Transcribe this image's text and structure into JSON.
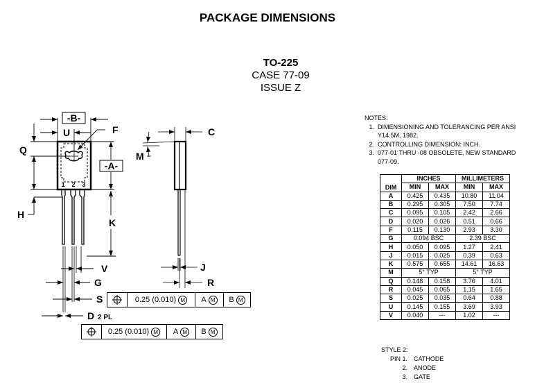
{
  "header": {
    "title": "PACKAGE DIMENSIONS",
    "package": "TO-225",
    "case": "CASE 77-09",
    "issue": "ISSUE Z"
  },
  "drawing": {
    "datum_labels": {
      "B": "-B-",
      "A": "-A-"
    },
    "dim_letters": {
      "U": "U",
      "F": "F",
      "Q": "Q",
      "H": "H",
      "K": "K",
      "V": "V",
      "G": "G",
      "S": "S",
      "D": "D",
      "D_suffix": "2 PL",
      "C": "C",
      "M": "M",
      "J": "J",
      "R": "R"
    },
    "pin_numbers": [
      "1",
      "2",
      "3"
    ]
  },
  "feature_control_frames": [
    {
      "symbol": "position-icon",
      "tolerance": "0.25 (0.010)",
      "modifier": "M",
      "datums": [
        {
          "letter": "A",
          "modifier": "M"
        },
        {
          "letter": "B",
          "modifier": "M"
        }
      ]
    },
    {
      "symbol": "position-icon",
      "tolerance": "0.25 (0.010)",
      "modifier": "M",
      "datums": [
        {
          "letter": "A",
          "modifier": "M"
        },
        {
          "letter": "B",
          "modifier": "M"
        }
      ]
    }
  ],
  "notes": {
    "heading": "NOTES:",
    "items": [
      {
        "num": "1.",
        "text": "DIMENSIONING AND TOLERANCING PER ANSI Y14.5M, 1982."
      },
      {
        "num": "2.",
        "text": "CONTROLLING DIMENSION: INCH."
      },
      {
        "num": "3.",
        "text": "077-01 THRU -08 OBSOLETE, NEW STANDARD 077-09."
      }
    ]
  },
  "table": {
    "group_headers": {
      "inches": "INCHES",
      "millimeters": "MILLIMETERS"
    },
    "col_headers": {
      "dim": "DIM",
      "in_min": "MIN",
      "in_max": "MAX",
      "mm_min": "MIN",
      "mm_max": "MAX"
    },
    "rows": [
      {
        "dim": "A",
        "in_min": "0.425",
        "in_max": "0.435",
        "mm_min": "10.80",
        "mm_max": "11.04"
      },
      {
        "dim": "B",
        "in_min": "0.295",
        "in_max": "0.305",
        "mm_min": "7.50",
        "mm_max": "7.74"
      },
      {
        "dim": "C",
        "in_min": "0.095",
        "in_max": "0.105",
        "mm_min": "2.42",
        "mm_max": "2.66"
      },
      {
        "dim": "D",
        "in_min": "0.020",
        "in_max": "0.026",
        "mm_min": "0.51",
        "mm_max": "0.66"
      },
      {
        "dim": "F",
        "in_min": "0.115",
        "in_max": "0.130",
        "mm_min": "2.93",
        "mm_max": "3.30"
      },
      {
        "dim": "G",
        "in_span": "0.094 BSC",
        "mm_span": "2.39 BSC"
      },
      {
        "dim": "H",
        "in_min": "0.050",
        "in_max": "0.095",
        "mm_min": "1.27",
        "mm_max": "2.41"
      },
      {
        "dim": "J",
        "in_min": "0.015",
        "in_max": "0.025",
        "mm_min": "0.39",
        "mm_max": "0.63"
      },
      {
        "dim": "K",
        "in_min": "0.575",
        "in_max": "0.655",
        "mm_min": "14.61",
        "mm_max": "16.63"
      },
      {
        "dim": "M",
        "in_span": "5° TYP",
        "mm_span": "5° TYP"
      },
      {
        "dim": "Q",
        "in_min": "0.148",
        "in_max": "0.158",
        "mm_min": "3.76",
        "mm_max": "4.01"
      },
      {
        "dim": "R",
        "in_min": "0.045",
        "in_max": "0.065",
        "mm_min": "1.15",
        "mm_max": "1.65"
      },
      {
        "dim": "S",
        "in_min": "0.025",
        "in_max": "0.035",
        "mm_min": "0.64",
        "mm_max": "0.88"
      },
      {
        "dim": "U",
        "in_min": "0.145",
        "in_max": "0.155",
        "mm_min": "3.69",
        "mm_max": "3.93"
      },
      {
        "dim": "V",
        "in_min": "0.040",
        "in_max": "---",
        "mm_min": "1.02",
        "mm_max": "---"
      }
    ]
  },
  "style": {
    "heading": "STYLE 2:",
    "pins": [
      {
        "label": "PIN 1.",
        "name": "CATHODE"
      },
      {
        "label": "2.",
        "name": "ANODE"
      },
      {
        "label": "3.",
        "name": "GATE"
      }
    ]
  }
}
